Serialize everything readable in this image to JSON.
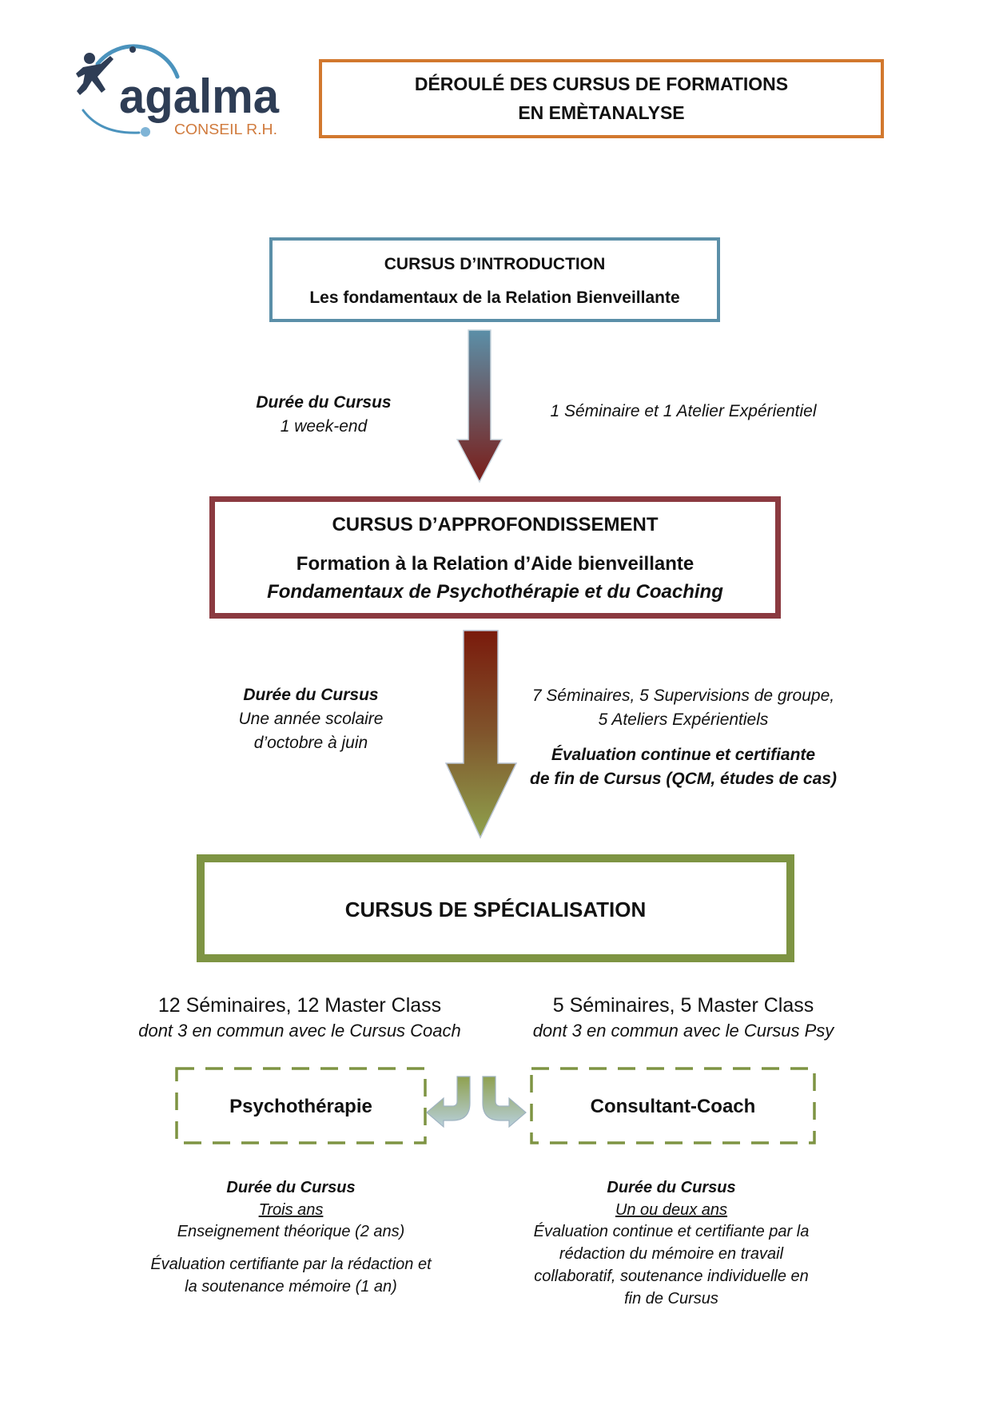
{
  "logo": {
    "name": "agalma",
    "tagline": "CONSEIL R.H."
  },
  "title": {
    "line1": "DÉROULÉ DES CURSUS DE FORMATIONS",
    "line2": "EN EMÈTANALYSE"
  },
  "colors": {
    "title_border": "#d2782e",
    "introduction": "#5b8fa8",
    "approfondissement": "#8b3a40",
    "specialisation": "#7e9443",
    "logo_navy": "#2e3d55",
    "logo_orange": "#d07a3c",
    "logo_blue": "#4b93bd"
  },
  "icons": {
    "flow_arrow": "down-arrow-icon",
    "branch_left": "turn-left-arrow-icon",
    "branch_right": "turn-right-arrow-icon"
  },
  "introduction": {
    "heading": "CURSUS D’INTRODUCTION",
    "subtitle": "Les fondamentaux de la Relation Bienveillante",
    "duration_label": "Durée du Cursus",
    "duration": "1 week-end",
    "content": "1 Séminaire et 1 Atelier Expérientiel"
  },
  "approfondissement": {
    "heading": "CURSUS D’APPROFONDISSEMENT",
    "subtitle": "Formation à la Relation d’Aide bienveillante",
    "subtitle_italic": "Fondamentaux de Psychothérapie et du Coaching",
    "duration_label": "Durée du Cursus",
    "duration_lines": [
      "Une année scolaire",
      "d’octobre à juin"
    ],
    "content_lines": [
      "7 Séminaires, 5 Supervisions de groupe,",
      "5 Ateliers Expérientiels"
    ],
    "evaluation_lines": [
      "Évaluation continue et certifiante",
      "de fin de Cursus (QCM, études de cas)"
    ]
  },
  "specialisation": {
    "heading": "CURSUS DE SPÉCIALISATION",
    "psychotherapie": {
      "summary": "12 Séminaires, 12 Master Class",
      "shared": "dont 3 en commun avec le Cursus Coach",
      "label": "Psychothérapie",
      "duration_label": "Durée du Cursus",
      "duration": "Trois ans",
      "detail": "Enseignement théorique (2 ans)",
      "evaluation_lines": [
        "Évaluation certifiante par la rédaction et",
        "la soutenance mémoire (1 an)"
      ]
    },
    "consultant_coach": {
      "summary": "5 Séminaires, 5 Master Class",
      "shared": "dont 3 en commun avec le Cursus Psy",
      "label": "Consultant-Coach",
      "duration_label": "Durée du Cursus",
      "duration": "Un ou deux ans",
      "evaluation_lines": [
        "Évaluation continue et certifiante par la",
        "rédaction du mémoire en travail",
        "collaboratif, soutenance individuelle en",
        "fin de Cursus"
      ]
    }
  }
}
